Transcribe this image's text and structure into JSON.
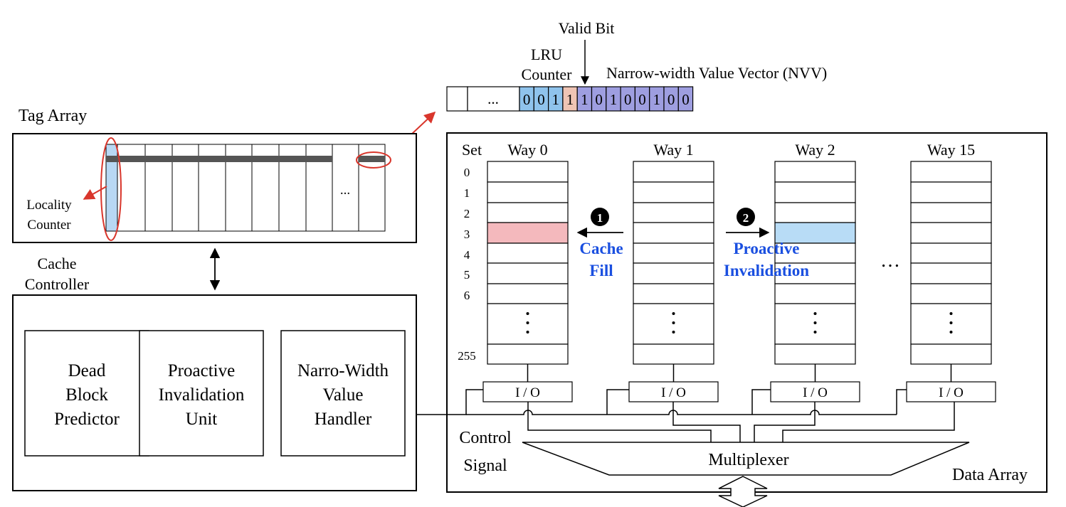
{
  "tag_array": {
    "title": "Tag Array",
    "locality_counter_line1": "Locality",
    "locality_counter_line2": "Counter",
    "ellipsis": "..."
  },
  "cache_controller": {
    "label_line1": "Cache",
    "label_line2": "Controller",
    "units": [
      {
        "lines": [
          "Dead",
          "Block",
          "Predictor"
        ]
      },
      {
        "lines": [
          "Proactive",
          "Invalidation",
          "Unit"
        ]
      },
      {
        "lines": [
          "Narro-Width",
          "Value",
          "Handler"
        ]
      }
    ]
  },
  "tag_entry": {
    "valid_bit_label": "Valid Bit",
    "lru_label_line1": "LRU",
    "lru_label_line2": "Counter",
    "nvv_label": "Narrow-width Value Vector (NVV)",
    "ellipsis": "...",
    "lru_bits": [
      "0",
      "0",
      "1"
    ],
    "valid_bit": "1",
    "nvv_bits": [
      "1",
      "0",
      "1",
      "0",
      "0",
      "1",
      "0",
      "0"
    ],
    "colors": {
      "lru": "#8fc3ec",
      "valid": "#efc4b4",
      "nvv": "#9e9ee0"
    }
  },
  "data_array": {
    "label": "Data Array",
    "set_header": "Set",
    "ways": [
      "Way 0",
      "Way 1",
      "Way 2",
      "Way 15"
    ],
    "set_indices": [
      "0",
      "1",
      "2",
      "3",
      "4",
      "5",
      "6",
      "255"
    ],
    "io_label": "I / O",
    "ways_ellipsis": "…",
    "multiplexer_label": "Multiplexer",
    "control_signal_line1": "Control",
    "control_signal_line2": "Signal"
  },
  "steps": [
    {
      "number": "1",
      "line1": "Cache",
      "line2": "Fill",
      "color": "#f4b9bd"
    },
    {
      "number": "2",
      "line1": "Proactive",
      "line2": "Invalidation",
      "color": "#b8dcf6"
    }
  ],
  "colors": {
    "accent_red": "#d9362c",
    "step_text": "#1a4fe0",
    "tag_bar": "#555555"
  }
}
